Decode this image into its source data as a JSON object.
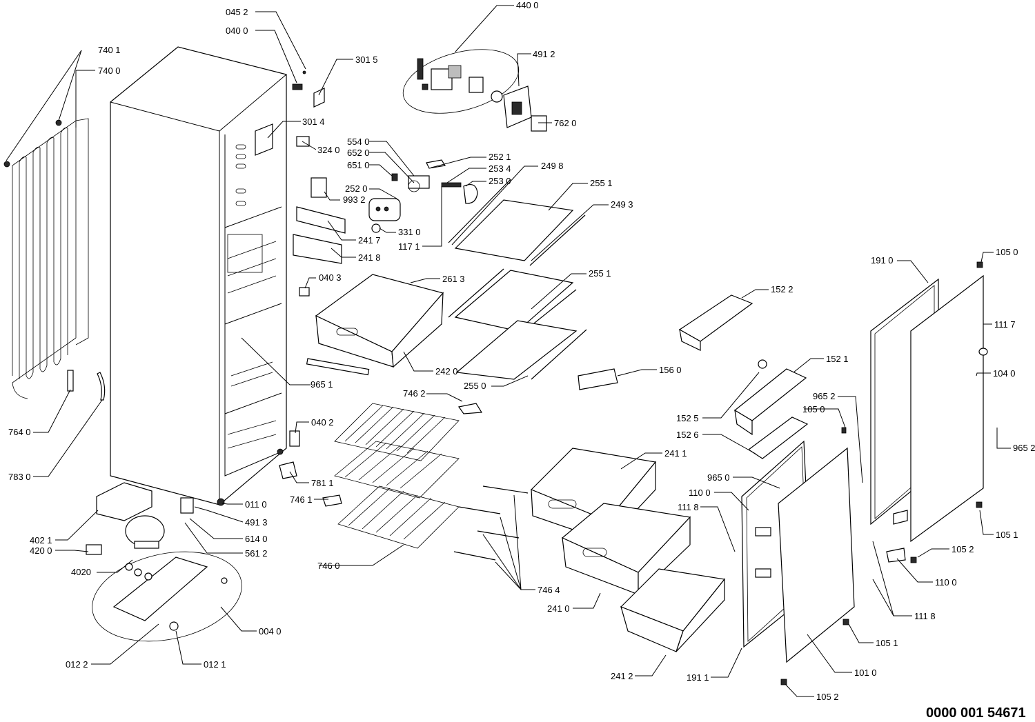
{
  "drawing": {
    "document_code": "0000 001 54671",
    "callouts": [
      {
        "id": "c-0452",
        "text": "045 2"
      },
      {
        "id": "c-0400",
        "text": "040 0"
      },
      {
        "id": "c-3015",
        "text": "301 5"
      },
      {
        "id": "c-4400",
        "text": "440 0"
      },
      {
        "id": "c-4912",
        "text": "491 2"
      },
      {
        "id": "c-7620",
        "text": "762 0"
      },
      {
        "id": "c-7401",
        "text": "740 1"
      },
      {
        "id": "c-7400",
        "text": "740 0"
      },
      {
        "id": "c-3014",
        "text": "301 4"
      },
      {
        "id": "c-3240",
        "text": "324 0"
      },
      {
        "id": "c-5540",
        "text": "554 0"
      },
      {
        "id": "c-6520",
        "text": "652 0"
      },
      {
        "id": "c-6510",
        "text": "651 0"
      },
      {
        "id": "c-2521",
        "text": "252 1"
      },
      {
        "id": "c-2534",
        "text": "253 4"
      },
      {
        "id": "c-2498",
        "text": "249 8"
      },
      {
        "id": "c-2530",
        "text": "253 0"
      },
      {
        "id": "c-2520",
        "text": "252 0"
      },
      {
        "id": "c-9932",
        "text": "993 2"
      },
      {
        "id": "c-2551a",
        "text": "255 1"
      },
      {
        "id": "c-2493",
        "text": "249 3"
      },
      {
        "id": "c-3310",
        "text": "331 0"
      },
      {
        "id": "c-2417",
        "text": "241 7"
      },
      {
        "id": "c-1171",
        "text": "117 1"
      },
      {
        "id": "c-2418",
        "text": "241 8"
      },
      {
        "id": "c-0403",
        "text": "040 3"
      },
      {
        "id": "c-2613",
        "text": "261 3"
      },
      {
        "id": "c-2551b",
        "text": "255 1"
      },
      {
        "id": "c-1522",
        "text": "152 2"
      },
      {
        "id": "c-1910",
        "text": "191 0"
      },
      {
        "id": "c-1050a",
        "text": "105 0"
      },
      {
        "id": "c-1117",
        "text": "111 7"
      },
      {
        "id": "c-1040",
        "text": "104 0"
      },
      {
        "id": "c-2420",
        "text": "242 0"
      },
      {
        "id": "c-9651",
        "text": "965 1"
      },
      {
        "id": "c-2550",
        "text": "255 0"
      },
      {
        "id": "c-1560",
        "text": "156 0"
      },
      {
        "id": "c-1521",
        "text": "152 1"
      },
      {
        "id": "c-7462",
        "text": "746 2"
      },
      {
        "id": "c-9652a",
        "text": "965 2"
      },
      {
        "id": "c-1050b",
        "text": "105 0"
      },
      {
        "id": "c-1525",
        "text": "152 5"
      },
      {
        "id": "c-7640",
        "text": "764 0"
      },
      {
        "id": "c-0402",
        "text": "040 2"
      },
      {
        "id": "c-1526",
        "text": "152 6"
      },
      {
        "id": "c-9652b",
        "text": "965 2"
      },
      {
        "id": "c-2411",
        "text": "241 1"
      },
      {
        "id": "c-7830",
        "text": "783 0"
      },
      {
        "id": "c-7811",
        "text": "781 1"
      },
      {
        "id": "c-9650",
        "text": "965 0"
      },
      {
        "id": "c-7461",
        "text": "746 1"
      },
      {
        "id": "c-0110",
        "text": "011 0"
      },
      {
        "id": "c-1100a",
        "text": "110 0"
      },
      {
        "id": "c-4913",
        "text": "491 3"
      },
      {
        "id": "c-1118a",
        "text": "111 8"
      },
      {
        "id": "c-4021",
        "text": "402 1"
      },
      {
        "id": "c-6140",
        "text": "614 0"
      },
      {
        "id": "c-1051a",
        "text": "105 1"
      },
      {
        "id": "c-4200",
        "text": "420 0"
      },
      {
        "id": "c-5612",
        "text": "561 2"
      },
      {
        "id": "c-1052a",
        "text": "105 2"
      },
      {
        "id": "c-7460",
        "text": "746 0"
      },
      {
        "id": "c-4020",
        "text": "4020"
      },
      {
        "id": "c-1100b",
        "text": "110 0"
      },
      {
        "id": "c-7464",
        "text": "746 4"
      },
      {
        "id": "c-2410",
        "text": "241 0"
      },
      {
        "id": "c-1118b",
        "text": "111 8"
      },
      {
        "id": "c-0040",
        "text": "004 0"
      },
      {
        "id": "c-1051b",
        "text": "105 1"
      },
      {
        "id": "c-0122",
        "text": "012 2"
      },
      {
        "id": "c-0121",
        "text": "012 1"
      },
      {
        "id": "c-1010",
        "text": "101 0"
      },
      {
        "id": "c-2412",
        "text": "241 2"
      },
      {
        "id": "c-1911",
        "text": "191 1"
      },
      {
        "id": "c-1052b",
        "text": "105 2"
      }
    ]
  }
}
